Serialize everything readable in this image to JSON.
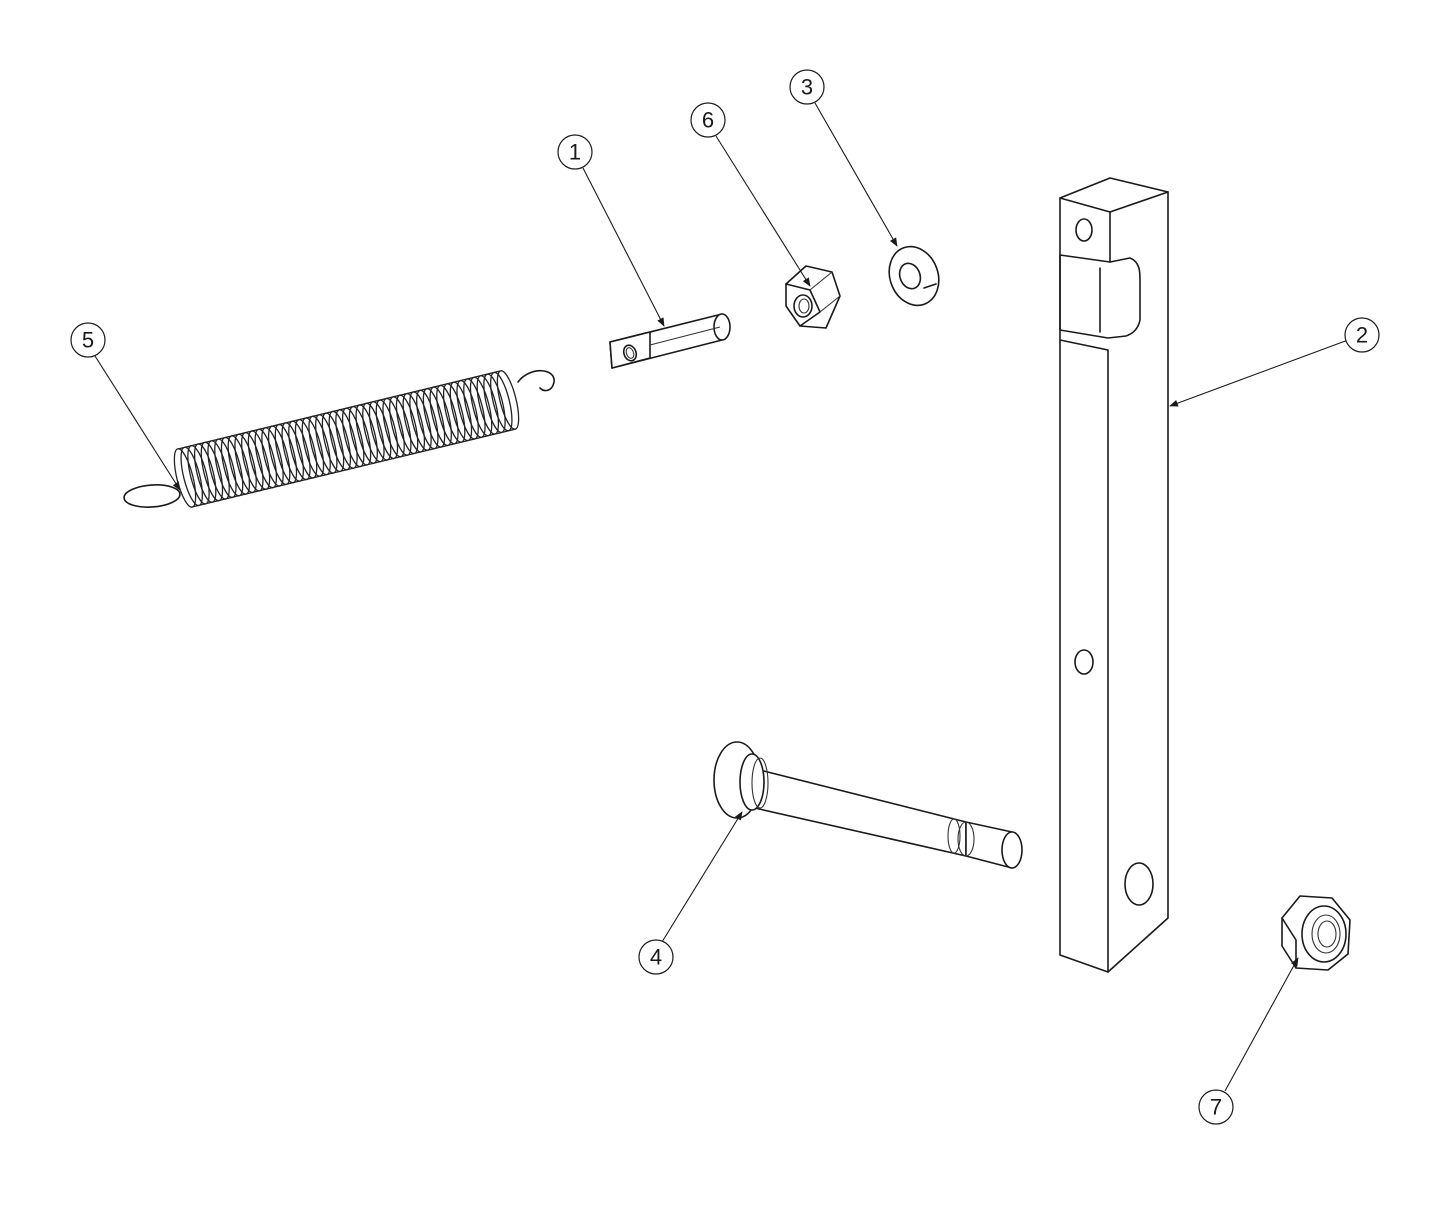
{
  "drawing": {
    "type": "exploded assembly view",
    "balloons": [
      {
        "id": "balloon-1",
        "label": "1"
      },
      {
        "id": "balloon-2",
        "label": "2"
      },
      {
        "id": "balloon-3",
        "label": "3"
      },
      {
        "id": "balloon-4",
        "label": "4"
      },
      {
        "id": "balloon-5",
        "label": "5"
      },
      {
        "id": "balloon-6",
        "label": "6"
      },
      {
        "id": "balloon-7",
        "label": "7"
      }
    ]
  }
}
